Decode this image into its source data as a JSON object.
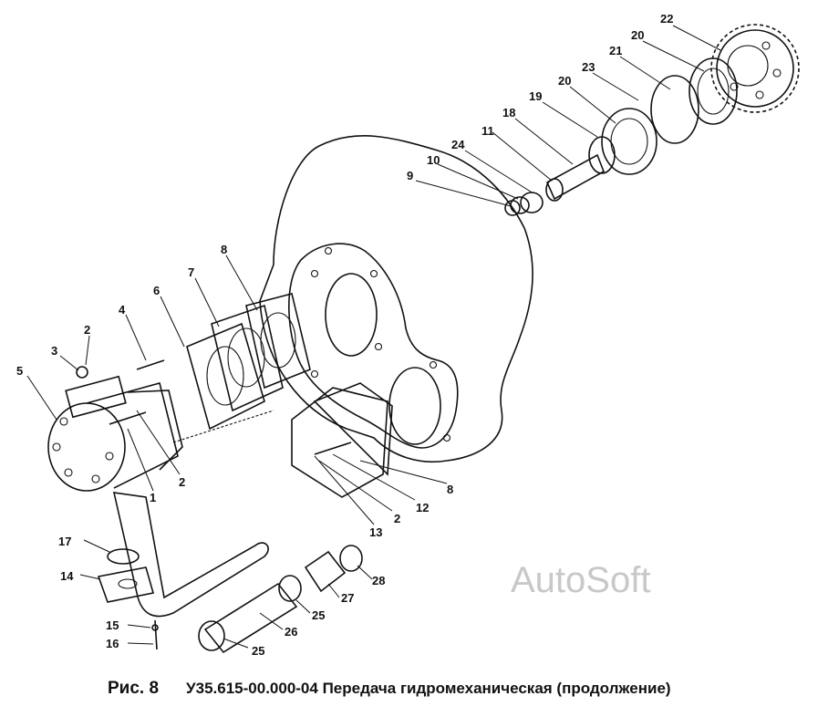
{
  "caption": {
    "figure_label": "Рис. 8",
    "title": "У35.615-00.000-04 Передача гидромеханическая (продолжение)"
  },
  "watermark": "AutoSoft",
  "callouts": [
    {
      "id": "c22",
      "text": "22"
    },
    {
      "id": "c20a",
      "text": "20"
    },
    {
      "id": "c21",
      "text": "21"
    },
    {
      "id": "c23",
      "text": "23"
    },
    {
      "id": "c20b",
      "text": "20"
    },
    {
      "id": "c19",
      "text": "19"
    },
    {
      "id": "c18",
      "text": "18"
    },
    {
      "id": "c11",
      "text": "11"
    },
    {
      "id": "c24",
      "text": "24"
    },
    {
      "id": "c10",
      "text": "10"
    },
    {
      "id": "c9",
      "text": "9"
    },
    {
      "id": "c8a",
      "text": "8"
    },
    {
      "id": "c7",
      "text": "7"
    },
    {
      "id": "c6",
      "text": "6"
    },
    {
      "id": "c4",
      "text": "4"
    },
    {
      "id": "c2a",
      "text": "2"
    },
    {
      "id": "c3",
      "text": "3"
    },
    {
      "id": "c5",
      "text": "5"
    },
    {
      "id": "c2b",
      "text": "2"
    },
    {
      "id": "c1",
      "text": "1"
    },
    {
      "id": "c8b",
      "text": "8"
    },
    {
      "id": "c12",
      "text": "12"
    },
    {
      "id": "c2c",
      "text": "2"
    },
    {
      "id": "c13",
      "text": "13"
    },
    {
      "id": "c17",
      "text": "17"
    },
    {
      "id": "c14",
      "text": "14"
    },
    {
      "id": "c28",
      "text": "28"
    },
    {
      "id": "c27",
      "text": "27"
    },
    {
      "id": "c25a",
      "text": "25"
    },
    {
      "id": "c26",
      "text": "26"
    },
    {
      "id": "c15",
      "text": "15"
    },
    {
      "id": "c16",
      "text": "16"
    },
    {
      "id": "c25b",
      "text": "25"
    }
  ]
}
